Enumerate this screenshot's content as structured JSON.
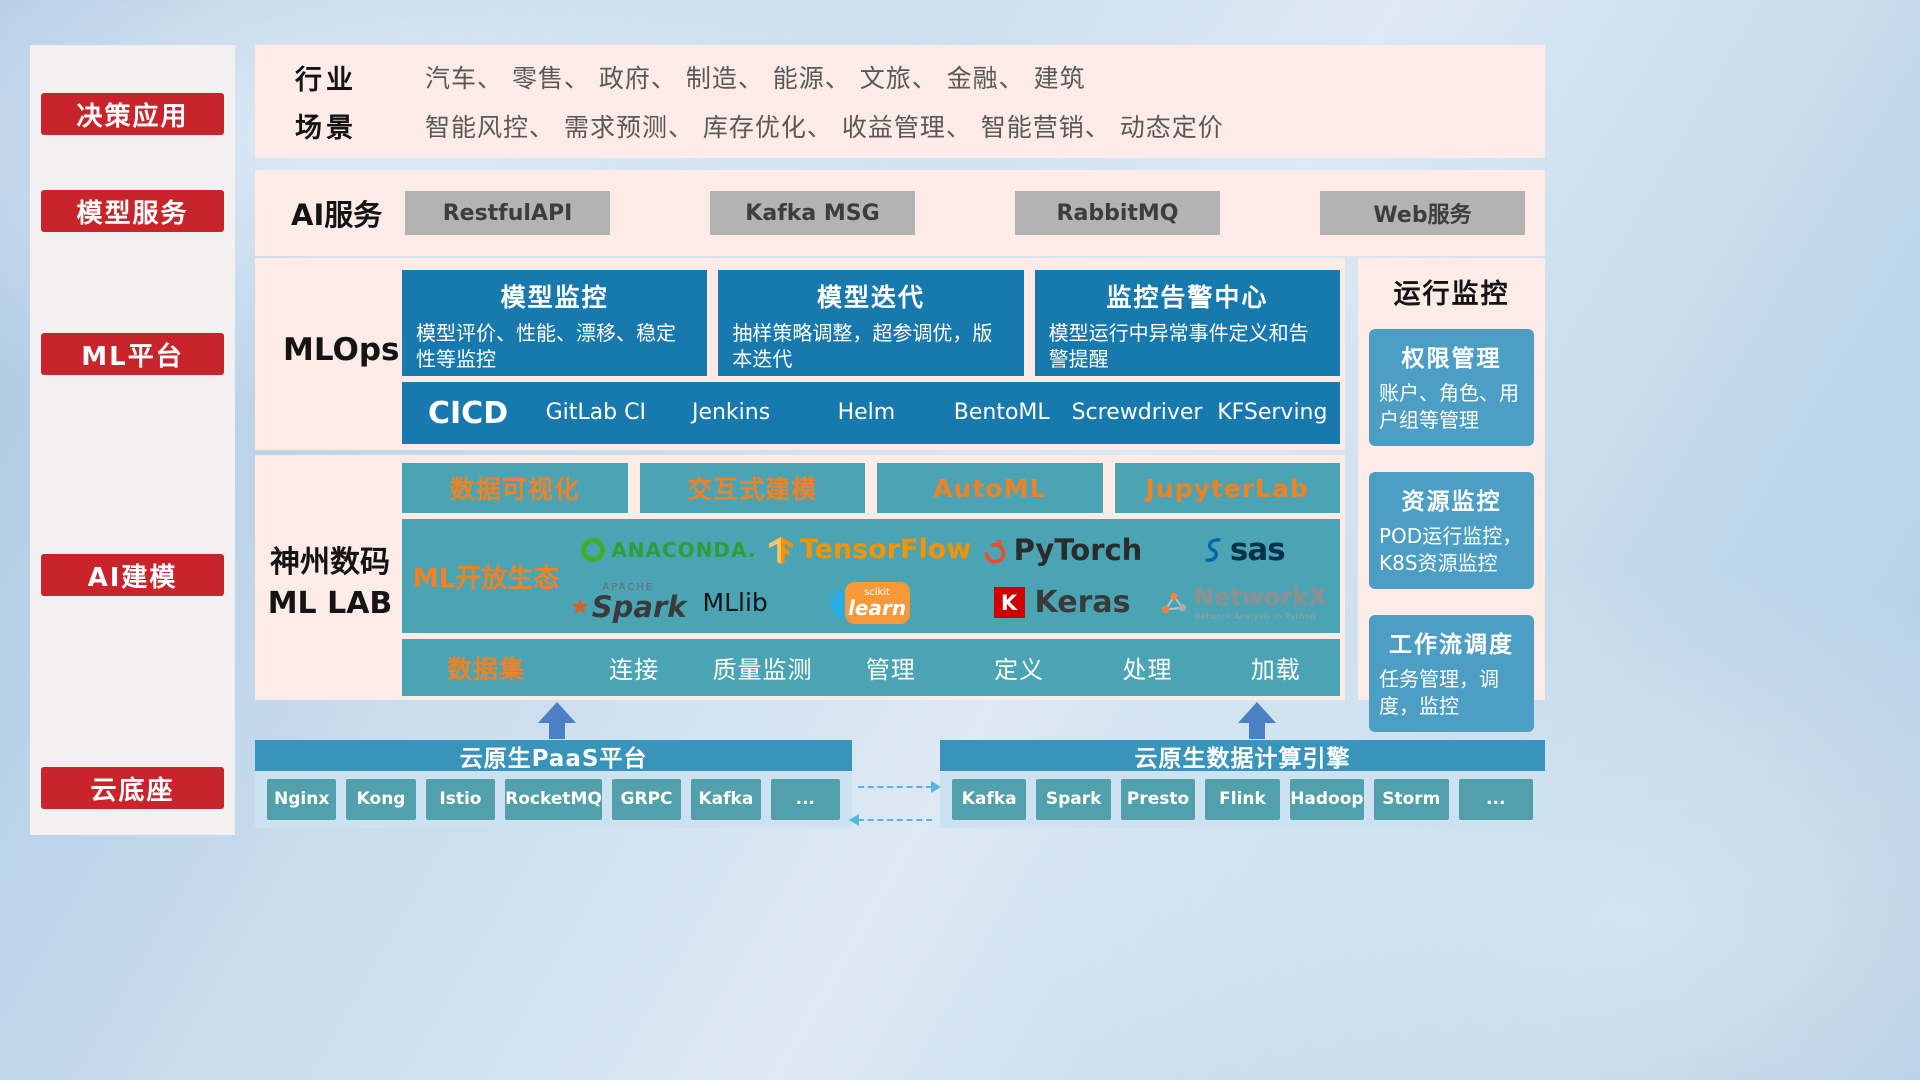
{
  "colors": {
    "sidebar_red": "#c9232b",
    "band_pink": "#fcebe7",
    "deep_blue": "#1879ae",
    "monitor_blue": "#4d9ec5",
    "teal": "#4aa4b4",
    "orange_accent": "#f08223",
    "gray_chip": "#b3b3b3",
    "bottom_header_blue": "#3a93ba",
    "bottom_chip_teal": "#51a0ab",
    "arrow_blue": "#4d7fc4",
    "dashed_cyan": "#53b7d8"
  },
  "sidebar": {
    "items": [
      {
        "label": "决策应用"
      },
      {
        "label": "模型服务"
      },
      {
        "label": "ML平台"
      },
      {
        "label": "AI建模"
      },
      {
        "label": "云底座"
      }
    ]
  },
  "top_band": {
    "rows": [
      {
        "label": "行业",
        "value": "汽车、 零售、 政府、 制造、 能源、 文旅、 金融、 建筑"
      },
      {
        "label": "场景",
        "value": "智能风控、 需求预测、 库存优化、 收益管理、 智能营销、 动态定价"
      }
    ]
  },
  "ai_service": {
    "label": "AI服务",
    "services": [
      "RestfulAPI",
      "Kafka MSG",
      "RabbitMQ",
      "Web服务"
    ]
  },
  "mlops": {
    "label": "MLOps",
    "cards": [
      {
        "title": "模型监控",
        "desc": "模型评价、性能、漂移、稳定性等监控"
      },
      {
        "title": "模型迭代",
        "desc": "抽样策略调整，超参调优，版本迭代"
      },
      {
        "title": "监控告警中心",
        "desc": "模型运行中异常事件定义和告警提醒"
      }
    ],
    "cicd": {
      "label": "CICD",
      "tools": [
        "GitLab CI",
        "Jenkins",
        "Helm",
        "BentoML",
        "Screwdriver",
        "KFServing"
      ]
    }
  },
  "monitor": {
    "title": "运行监控",
    "cards": [
      {
        "title": "权限管理",
        "desc": "账户、角色、用户组等管理"
      },
      {
        "title": "资源监控",
        "desc": "POD运行监控，K8S资源监控"
      },
      {
        "title": "工作流调度",
        "desc": "任务管理，调度，监控"
      }
    ]
  },
  "mllab": {
    "label_line1": "神州数码",
    "label_line2": "ML LAB",
    "tools": [
      "数据可视化",
      "交互式建模",
      "AutoML",
      "JupyterLab"
    ],
    "eco": {
      "label": "ML开放生态",
      "anaconda": {
        "label": "ANACONDA."
      },
      "tensorflow": {
        "label": "TensorFlow"
      },
      "pytorch": {
        "label": "PyTorch"
      },
      "sas": {
        "label": "sas"
      },
      "spark": {
        "apache": "APACHE",
        "label": "Spark",
        "mllib": "MLlib"
      },
      "scikit": {
        "top": "scikit",
        "label": "learn"
      },
      "keras": {
        "icon_letter": "K",
        "label": "Keras"
      },
      "networkx": {
        "label": "NetworkX",
        "subtitle": "Network Analysis in Python"
      }
    },
    "dataset": {
      "label": "数据集",
      "items": [
        "连接",
        "质量监测",
        "管理",
        "定义",
        "处理",
        "加载"
      ]
    }
  },
  "bottom": {
    "paas": {
      "title": "云原生PaaS平台",
      "chips": [
        "Nginx",
        "Kong",
        "Istio",
        "RocketMQ",
        "GRPC",
        "Kafka",
        "..."
      ]
    },
    "engine": {
      "title": "云原生数据计算引擎",
      "chips": [
        "Kafka",
        "Spark",
        "Presto",
        "Flink",
        "Hadoop",
        "Storm",
        "..."
      ]
    }
  }
}
